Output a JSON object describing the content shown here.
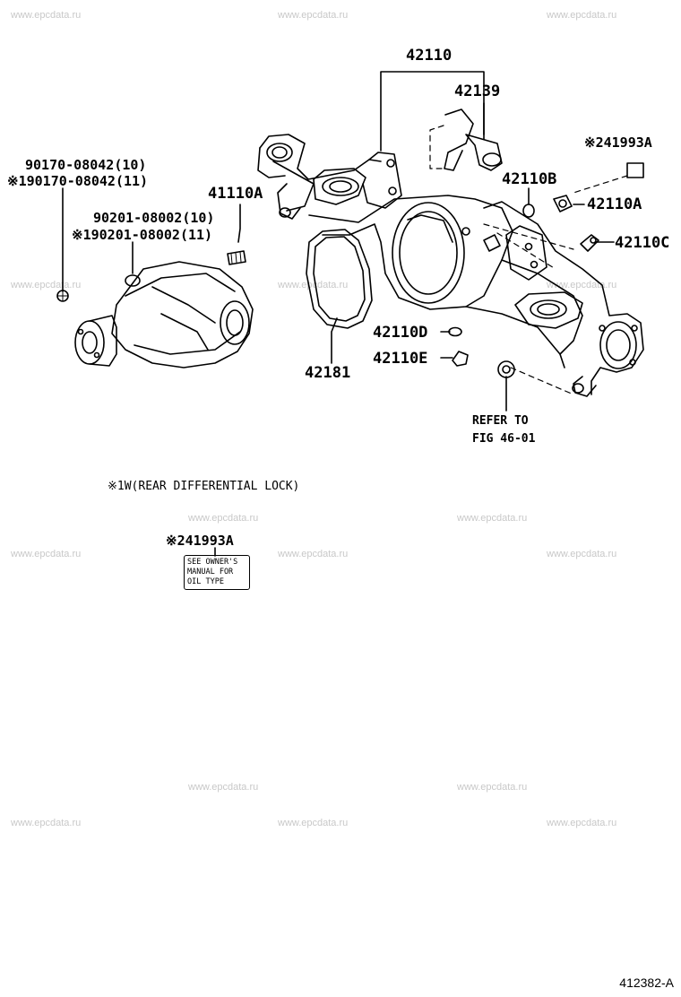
{
  "watermark": "www.epcdata.ru",
  "callouts": {
    "p42110": "42110",
    "p42139": "42139",
    "p41993A_top": "※241993A",
    "p42110B": "42110B",
    "p42110A_right": "42110A",
    "p42110C": "42110C",
    "p90170_1": "90170-08042(10)",
    "p90170_2": "※190170-08042(11)",
    "p41110A": "41110A",
    "p90201_1": "90201-08002(10)",
    "p90201_2": "※190201-08002(11)",
    "p42110D": "42110D",
    "p42110E": "42110E",
    "p42181": "42181",
    "refer_1": "REFER TO",
    "refer_2": "FIG 46-01",
    "p41993A_bottom": "※241993A"
  },
  "footnote": "※1W(REAR DIFFERENTIAL LOCK)",
  "label_plate": {
    "line1": "SEE OWNER'S",
    "line2": "MANUAL FOR",
    "line3": "OIL TYPE"
  },
  "figure_id": "412382-A"
}
